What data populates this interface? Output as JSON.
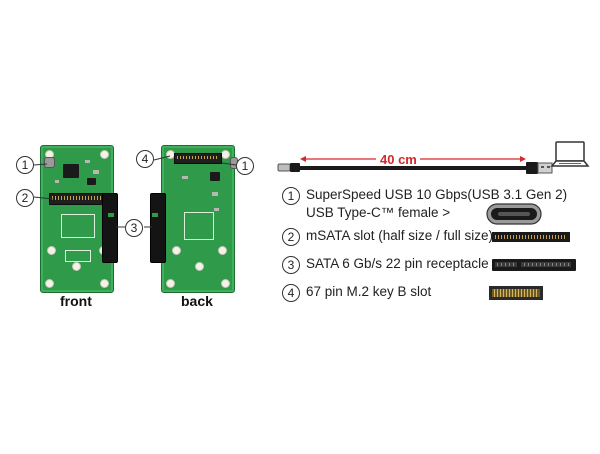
{
  "boards": {
    "front_label": "front",
    "back_label": "back"
  },
  "callouts": {
    "c1": "1",
    "c2": "2",
    "c3": "3",
    "c4": "4"
  },
  "cable": {
    "length": "40 cm"
  },
  "legend": [
    {
      "num": "1",
      "line1": "SuperSpeed USB 10 Gbps(USB 3.1 Gen 2)",
      "line2": "USB Type-C™ female >"
    },
    {
      "num": "2",
      "line1": "mSATA slot (half size / full size)"
    },
    {
      "num": "3",
      "line1": "SATA 6 Gb/s 22 pin receptacle"
    },
    {
      "num": "4",
      "line1": "67 pin M.2 key B slot"
    }
  ],
  "colors": {
    "pcb": "#2e9a4a",
    "accent": "#d9262b"
  },
  "icons": [
    "usb-type-c-port-icon",
    "laptop-icon",
    "usb-a-plug-icon"
  ]
}
